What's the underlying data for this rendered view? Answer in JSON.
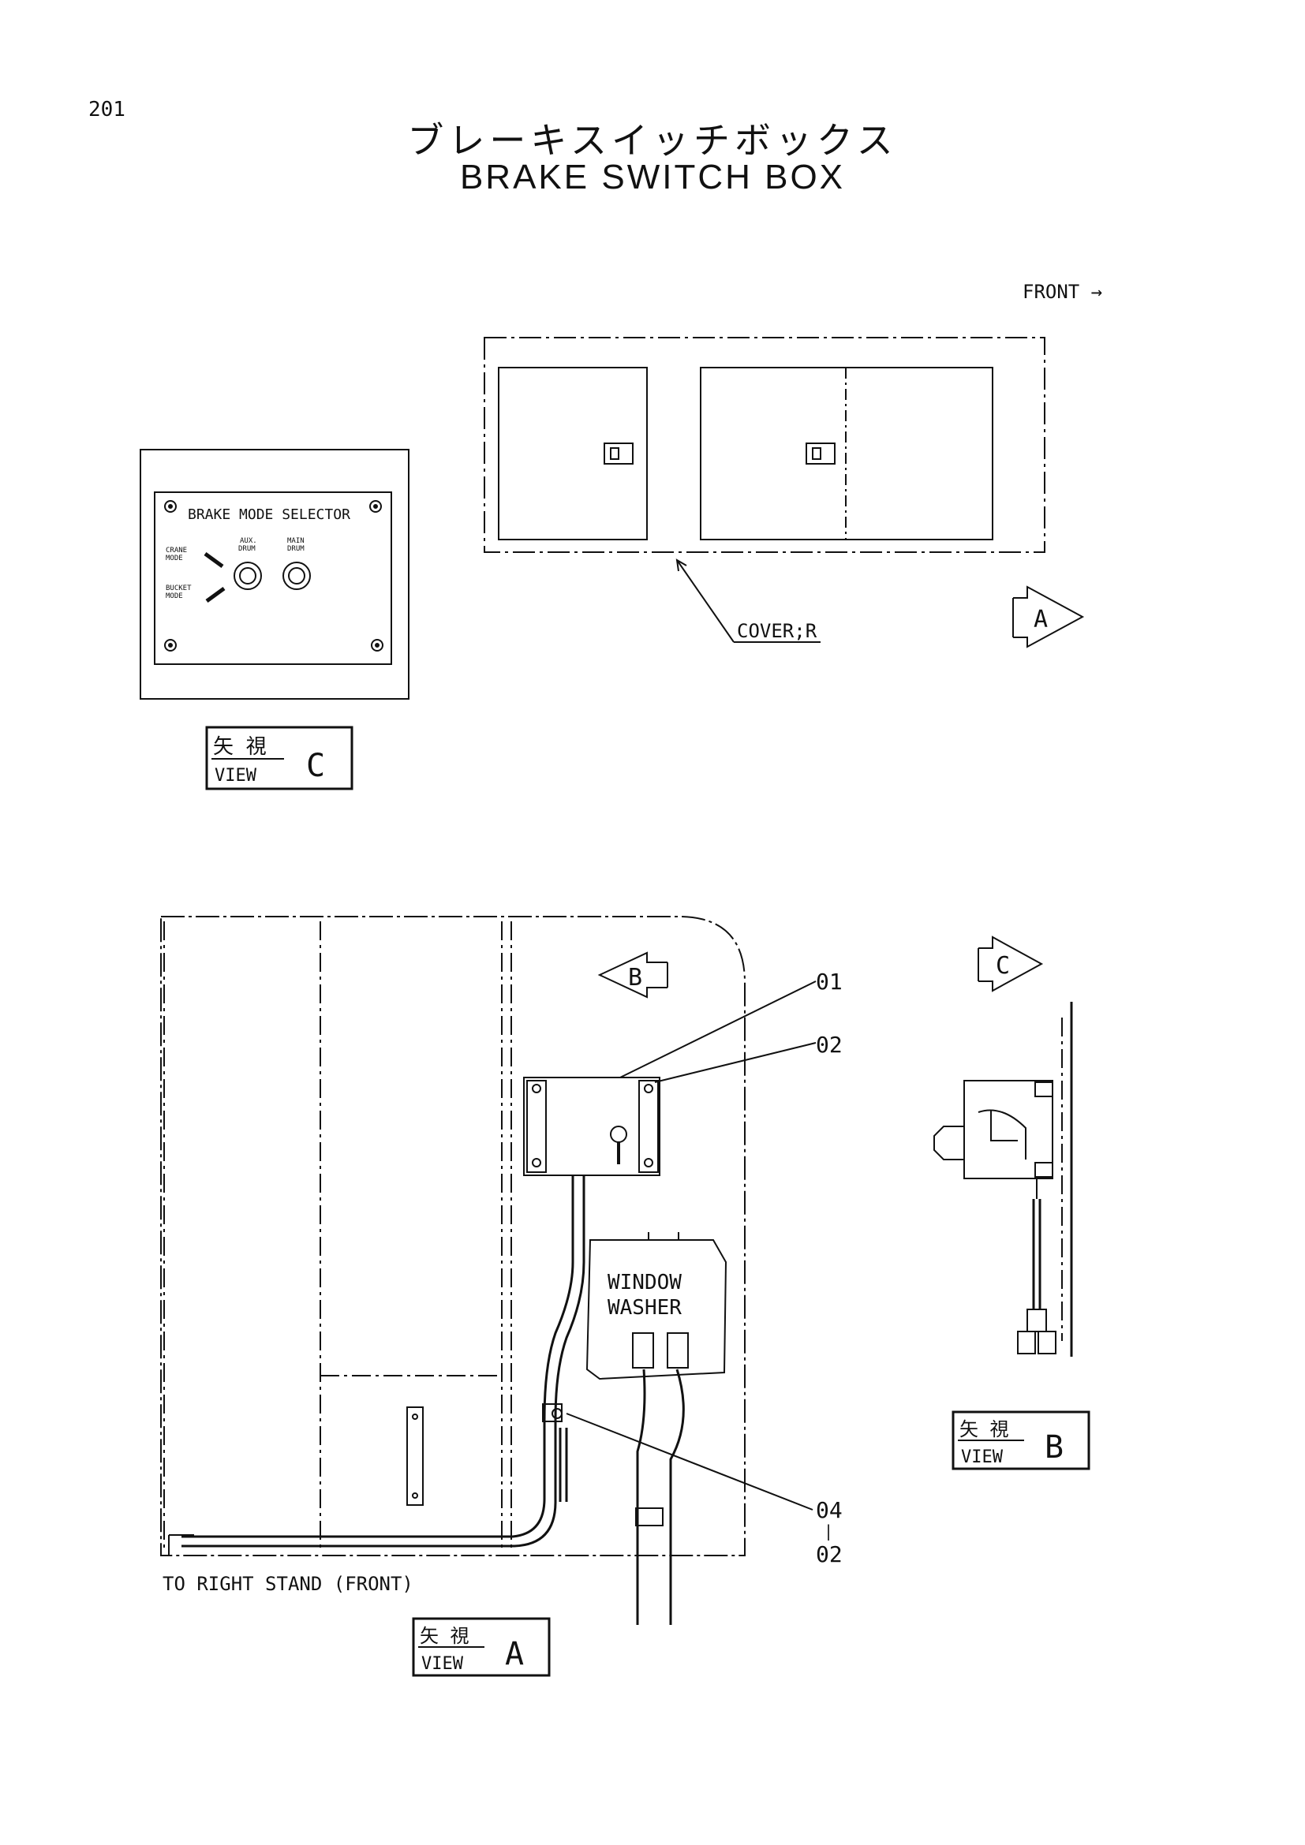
{
  "page_number": "201",
  "title_jp": "ブレーキスイッチボックス",
  "title_en": "BRAKE SWITCH BOX",
  "front_label": "FRONT →",
  "cover_label": "COVER;R",
  "selector_panel": {
    "title": "BRAKE MODE SELECTOR",
    "crane_mode": [
      "CRANE",
      "MODE"
    ],
    "bucket_mode": [
      "BUCKET",
      "MODE"
    ],
    "aux_drum": [
      "AUX.",
      "DRUM"
    ],
    "main_drum": [
      "MAIN",
      "DRUM"
    ]
  },
  "view_jp": "矢 視",
  "view_en": "VIEW",
  "views": {
    "a": "A",
    "b": "B",
    "c": "C"
  },
  "callouts": {
    "p01": "01",
    "p02": "02",
    "p04": "04",
    "dash": "|",
    "p02b": "02"
  },
  "window_washer": [
    "WINDOW",
    "WASHER"
  ],
  "to_right_stand": "TO RIGHT STAND (FRONT)"
}
